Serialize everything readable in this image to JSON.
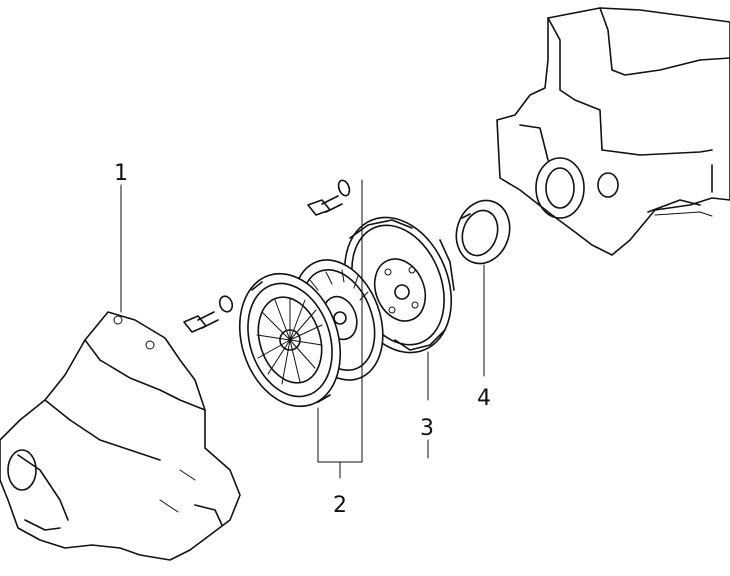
{
  "callouts": [
    {
      "id": "1",
      "text": "1"
    },
    {
      "id": "2",
      "text": "2"
    },
    {
      "id": "3",
      "text": "3"
    },
    {
      "id": "4",
      "text": "4"
    }
  ],
  "colors": {
    "ink": "#111111",
    "paper": "#ffffff"
  }
}
